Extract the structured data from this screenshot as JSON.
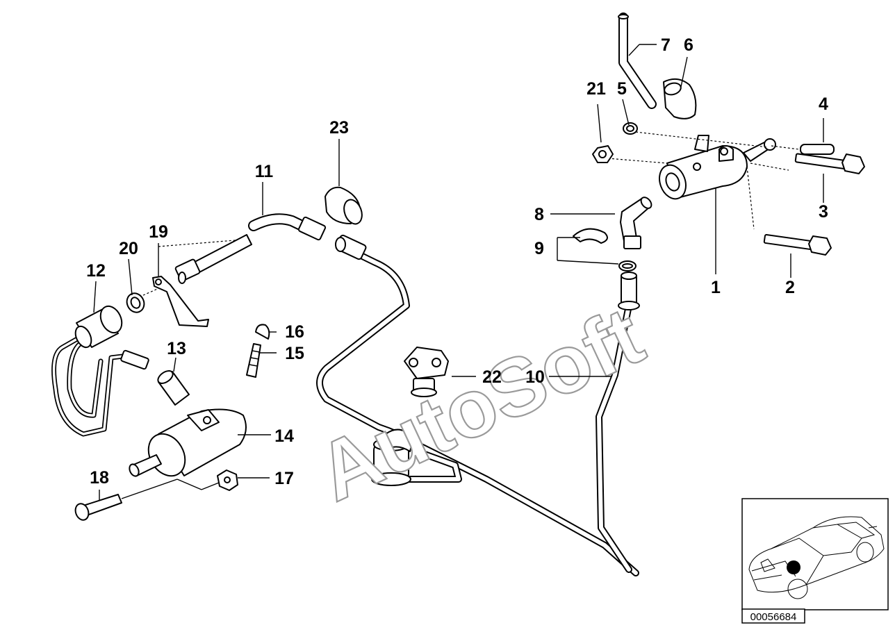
{
  "diagram_id": "00056684",
  "watermark": "AutoSoft",
  "callouts": {
    "c1": "1",
    "c2": "2",
    "c3": "3",
    "c4": "4",
    "c5": "5",
    "c6": "6",
    "c7": "7",
    "c8": "8",
    "c9": "9",
    "c10": "10",
    "c11": "11",
    "c12": "12",
    "c13": "13",
    "c14": "14",
    "c15": "15",
    "c16": "16",
    "c17": "17",
    "c18": "18",
    "c19": "19",
    "c20": "20",
    "c21": "21",
    "c22": "22",
    "c23": "23"
  }
}
